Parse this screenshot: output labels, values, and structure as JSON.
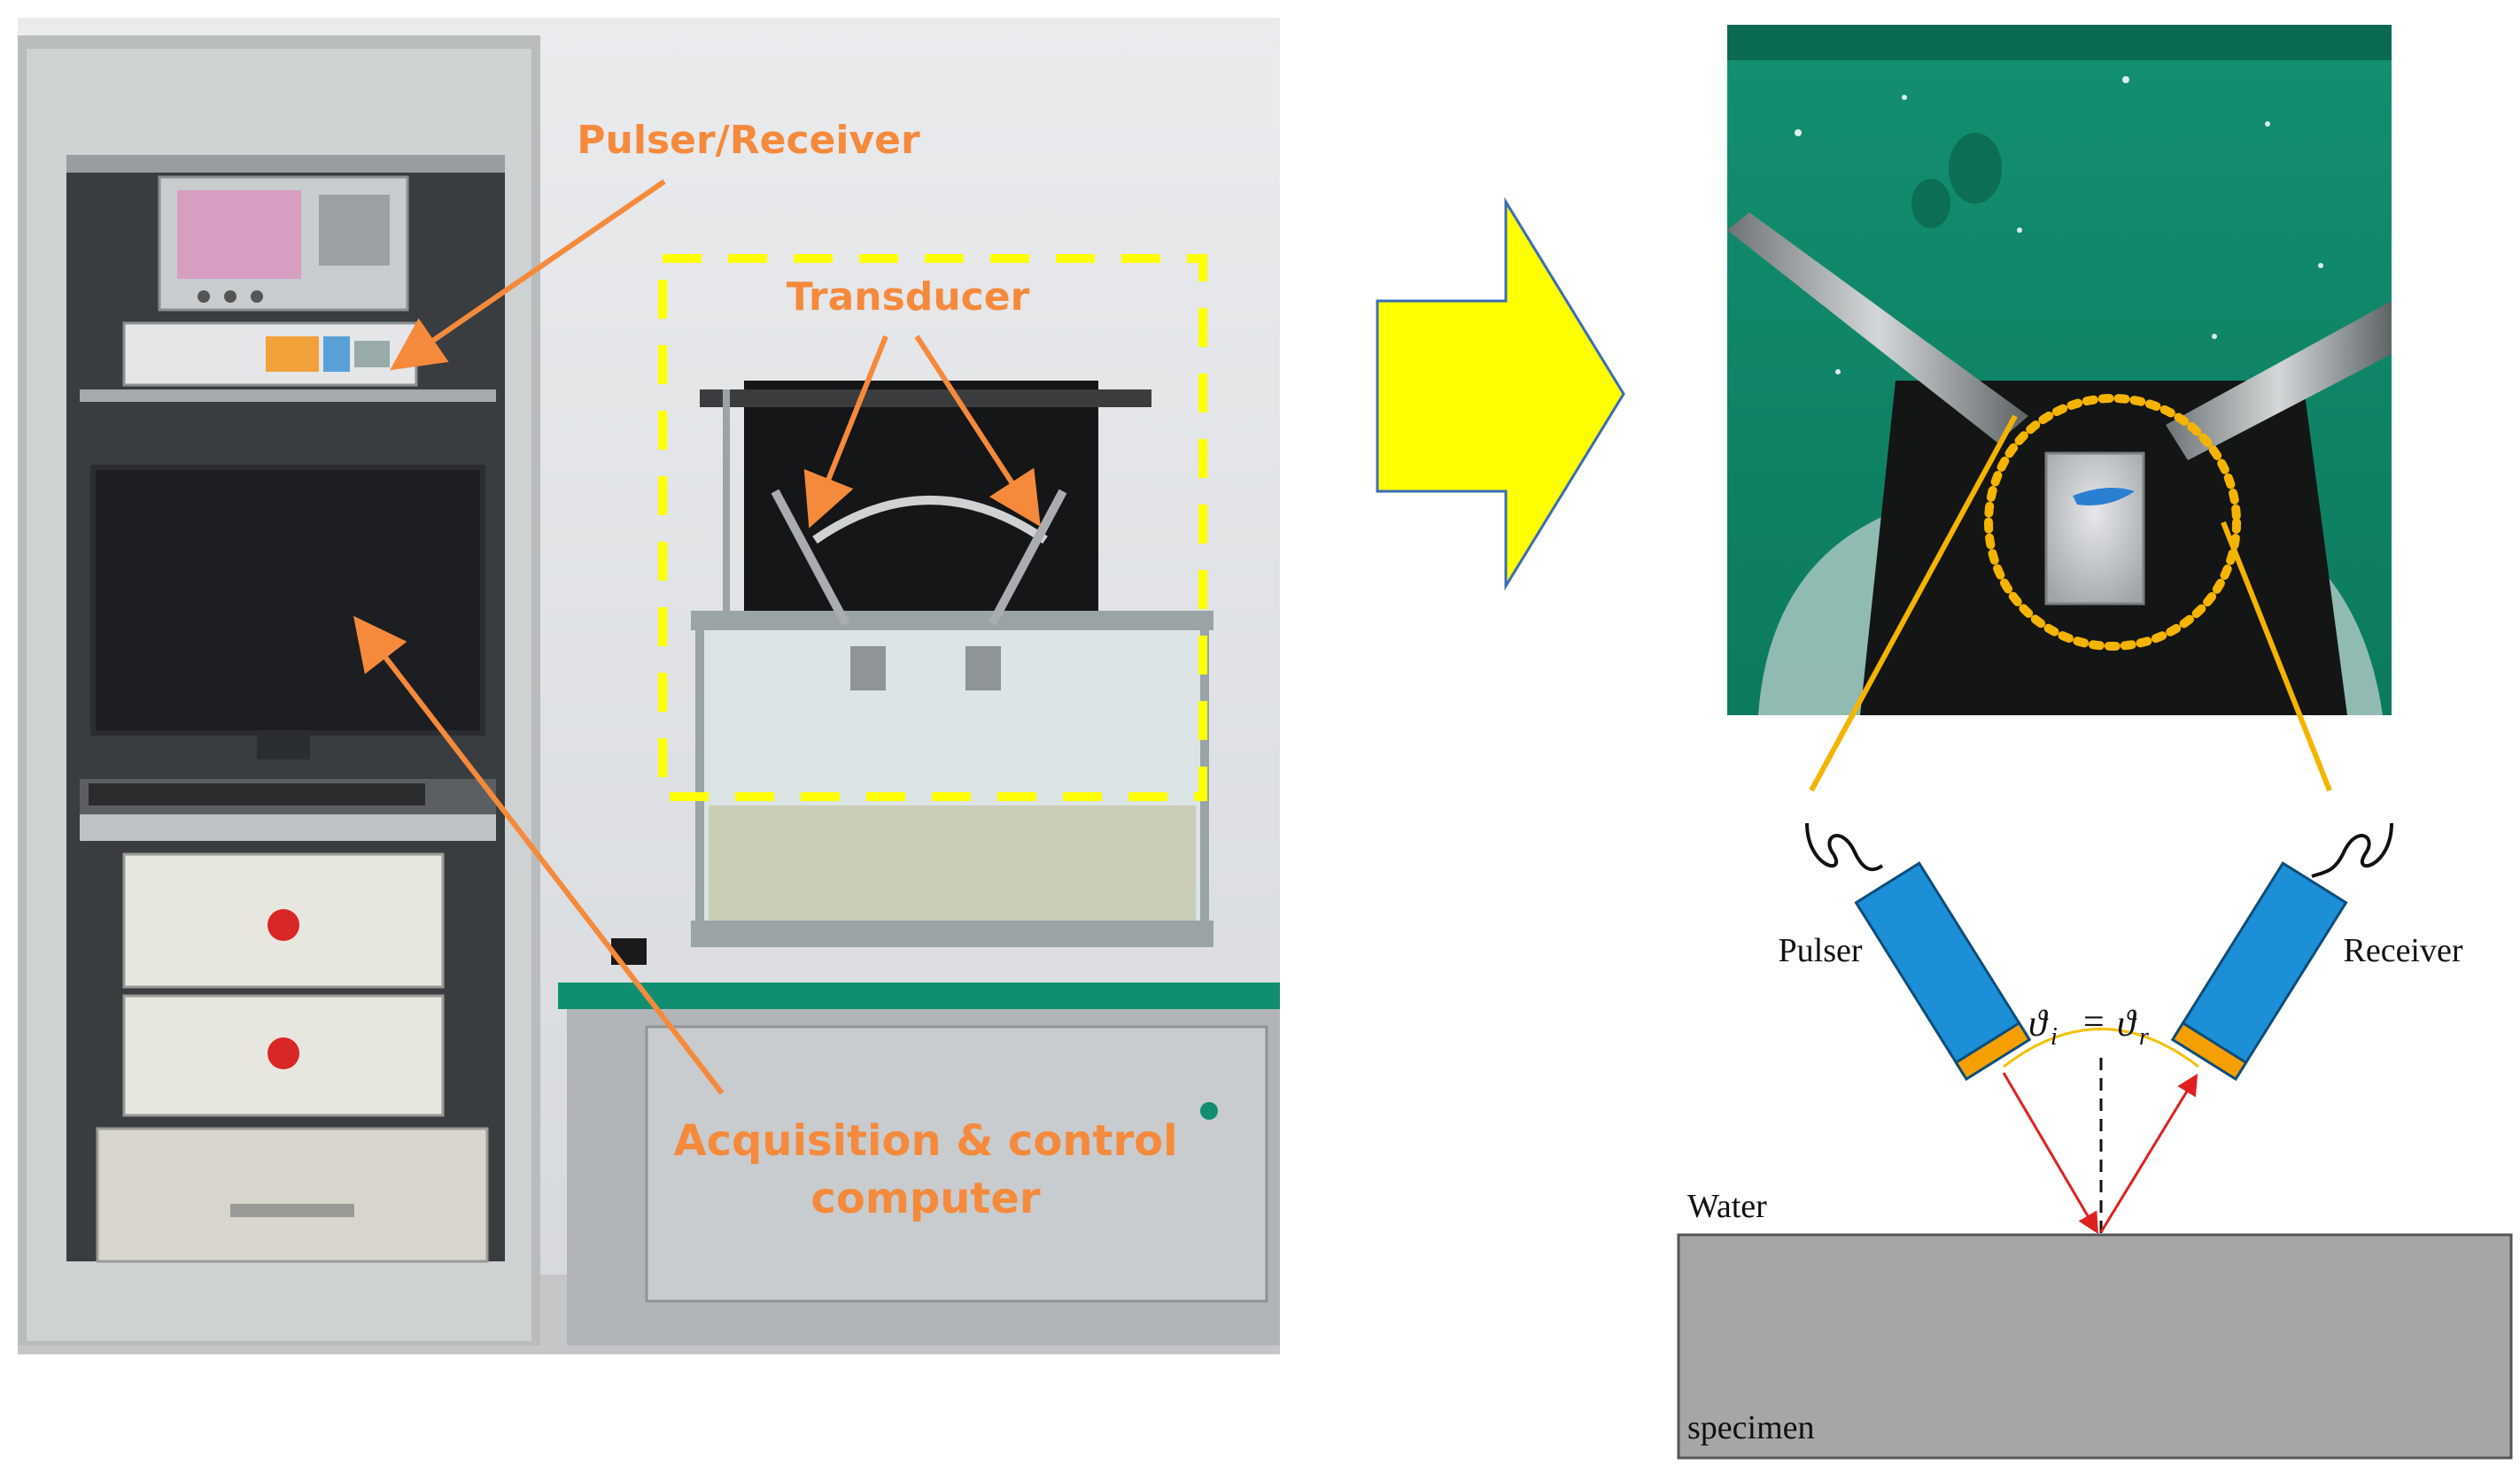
{
  "photo_labels": {
    "pulser_receiver": "Pulser/Receiver",
    "transducer": "Transducer",
    "acquisition_line1": "Acquisition & control",
    "acquisition_line2": "computer"
  },
  "diagram_labels": {
    "pulser": "Pulser",
    "receiver": "Receiver",
    "angle_incident_symbol": "ϑ",
    "angle_incident_sub": "i",
    "equals": "=",
    "angle_reflected_symbol": "ϑ",
    "angle_reflected_sub": "r",
    "water": "Water",
    "specimen": "specimen"
  },
  "colors": {
    "label_orange": "#f58a3c",
    "highlight_yellow": "#ffff00",
    "zoom_box_orange": "#f5b400",
    "transducer_blue": "#1c8fd6",
    "transducer_tip": "#f5a000",
    "beam_red": "#e02020",
    "specimen_gray": "#a6a6a6",
    "water_green": "#0f8a6a"
  }
}
